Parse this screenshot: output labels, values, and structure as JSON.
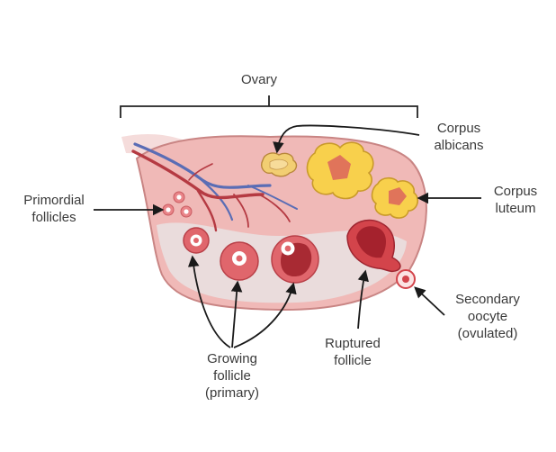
{
  "labels": {
    "ovary": "Ovary",
    "corpus_albicans": [
      "Corpus",
      "albicans"
    ],
    "primordial_follicles": [
      "Primordial",
      "follicles"
    ],
    "corpus_luteum": [
      "Corpus",
      "luteum"
    ],
    "secondary_oocyte": [
      "Secondary",
      "oocyte",
      "(ovulated)"
    ],
    "ruptured_follicle": [
      "Ruptured",
      "follicle"
    ],
    "growing_follicle": [
      "Growing",
      "follicle",
      "(primary)"
    ]
  },
  "colors": {
    "ovary_fill": "#f0b9b7",
    "ovary_outline": "#c98584",
    "medulla": "#e9dddd",
    "follicle_red": "#d3444b",
    "ruptured_red": "#b52a33",
    "luteum_yellow": "#f8d04c",
    "vessel_red": "#b53a42",
    "vessel_blue": "#5a6db5",
    "arrow": "#1a1a1a"
  }
}
